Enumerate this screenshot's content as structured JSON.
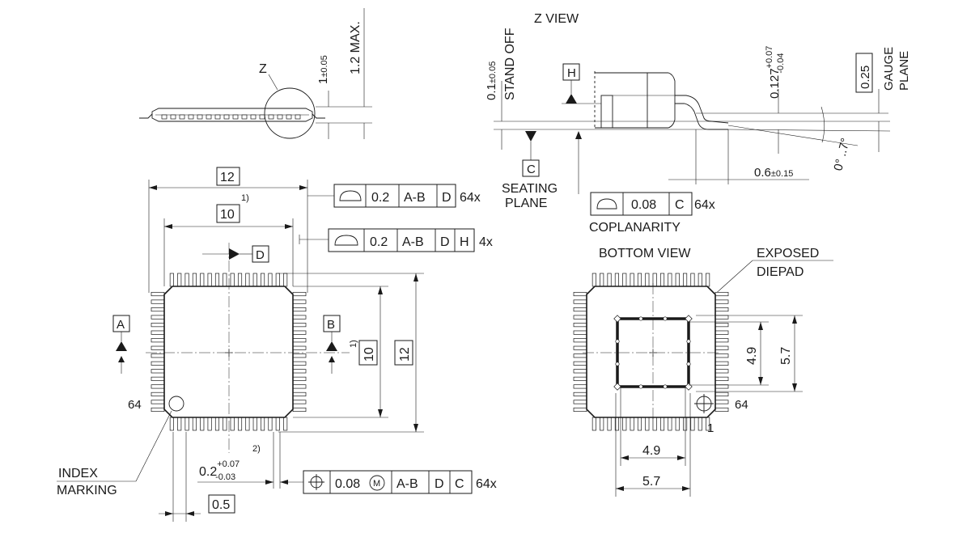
{
  "views": {
    "z_view": "Z VIEW",
    "bottom_view": "BOTTOM VIEW"
  },
  "labels": {
    "z": "Z",
    "max_height": "1.2 MAX.",
    "body_thickness": "1",
    "body_thickness_tol": "±0.05",
    "standoff": "0.1",
    "standoff_tol": "±0.05",
    "standoff_text": "STAND OFF",
    "lead_thickness": "0.127",
    "lead_thickness_tol_plus": "+0.07",
    "lead_thickness_tol_minus": "-0.04",
    "gauge": "0.25",
    "gauge_text_1": "GAUGE",
    "gauge_text_2": "PLANE",
    "angle": "0° ..7°",
    "foot_length": "0.6",
    "foot_length_tol": "±0.15",
    "seating_1": "SEATING",
    "seating_2": "PLANE",
    "coplanarity": "COPLANARITY",
    "datum_h": "H",
    "datum_c": "C",
    "datum_d": "D",
    "datum_a": "A",
    "datum_b": "B",
    "dim_12": "12",
    "dim_10": "10",
    "note_1": "1)",
    "note_2": "2)",
    "pin_64": "64",
    "pin_1": "1",
    "index_1": "INDEX",
    "index_2": "MARKING",
    "lead_width": "0.2",
    "lead_width_tol_plus": "+0.07",
    "lead_width_tol_minus": "-0.03",
    "pitch": "0.5",
    "exposed_1": "EXPOSED",
    "exposed_2": "DIEPAD",
    "pad_49": "4.9",
    "pad_57": "5.7"
  },
  "frames": {
    "coplanarity": {
      "value": "0.08",
      "datum": "C",
      "count": "64x"
    },
    "profile_1": {
      "value": "0.2",
      "datum_1": "A-B",
      "datum_2": "D",
      "count": "64x"
    },
    "profile_2": {
      "value": "0.2",
      "datum_1": "A-B",
      "datum_2": "D",
      "datum_3": "H",
      "count": "4x"
    },
    "position": {
      "value": "0.08",
      "modifier": "M",
      "datum_1": "A-B",
      "datum_2": "D",
      "datum_3": "C",
      "count": "64x"
    }
  }
}
